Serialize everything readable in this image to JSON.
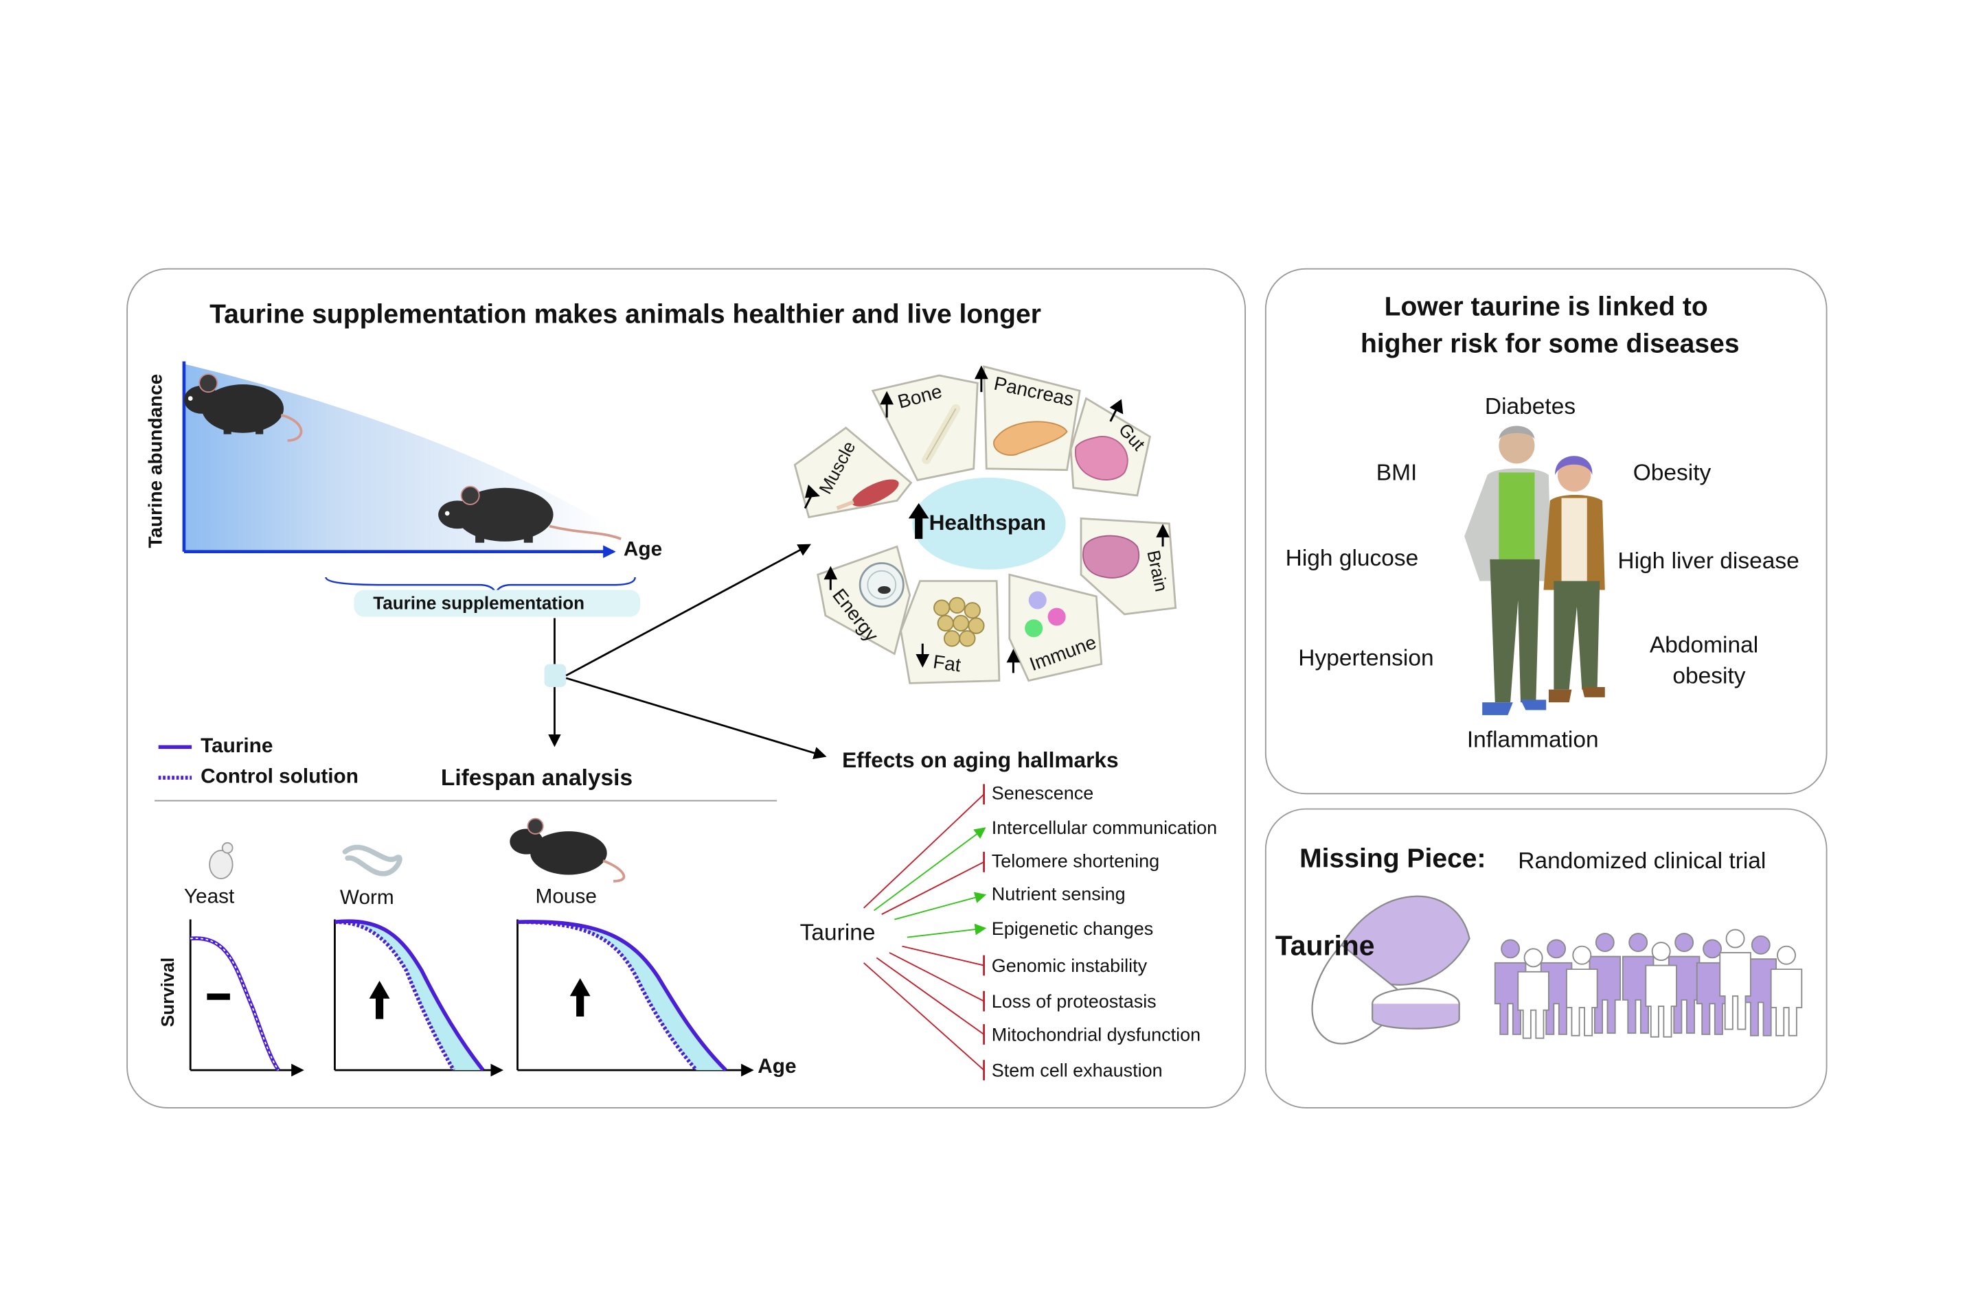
{
  "left_panel": {
    "title": "Taurine supplementation makes animals healthier and live longer",
    "abundance_chart": {
      "ylabel": "Taurine abundance",
      "xlabel": "Age"
    },
    "supplementation_label": "Taurine supplementation",
    "healthspan": {
      "center_label": "Healthspan",
      "organs": [
        {
          "label": "Muscle",
          "direction": "up"
        },
        {
          "label": "Bone",
          "direction": "up"
        },
        {
          "label": "Pancreas",
          "direction": "up"
        },
        {
          "label": "Gut",
          "direction": "up"
        },
        {
          "label": "Brain",
          "direction": "up"
        },
        {
          "label": "Immune",
          "direction": "up"
        },
        {
          "label": "Fat",
          "direction": "down"
        },
        {
          "label": "Energy",
          "direction": "up"
        }
      ]
    },
    "legend": {
      "taurine": "Taurine",
      "control": "Control solution"
    },
    "lifespan_title": "Lifespan analysis",
    "organisms": {
      "yeast": "Yeast",
      "worm": "Worm",
      "mouse": "Mouse"
    },
    "survival_ylabel": "Survival",
    "survival_xlabel": "Age",
    "hallmarks": {
      "title": "Effects on aging hallmarks",
      "source_label": "Taurine",
      "items": [
        {
          "label": "Senescence",
          "effect": "inhibit"
        },
        {
          "label": "Intercellular communication",
          "effect": "promote"
        },
        {
          "label": "Telomere shortening",
          "effect": "inhibit"
        },
        {
          "label": "Nutrient sensing",
          "effect": "promote"
        },
        {
          "label": "Epigenetic changes",
          "effect": "promote"
        },
        {
          "label": "Genomic instability",
          "effect": "inhibit"
        },
        {
          "label": "Loss of proteostasis",
          "effect": "inhibit"
        },
        {
          "label": "Mitochondrial dysfunction",
          "effect": "inhibit"
        },
        {
          "label": "Stem cell exhaustion",
          "effect": "inhibit"
        }
      ]
    }
  },
  "right_top_panel": {
    "title_line1": "Lower taurine is linked to",
    "title_line2": "higher risk for some diseases",
    "conditions": {
      "diabetes": "Diabetes",
      "bmi": "BMI",
      "obesity": "Obesity",
      "high_glucose": "High glucose",
      "high_liver_disease": "High liver disease",
      "hypertension": "Hypertension",
      "abdominal_obesity_1": "Abdominal",
      "abdominal_obesity_2": "obesity",
      "inflammation": "Inflammation"
    }
  },
  "right_bottom_panel": {
    "title_bold": "Missing Piece:",
    "title_rest": "Randomized clinical trial",
    "pill_label": "Taurine"
  },
  "colors": {
    "taurine_line": "#4a1fd6",
    "axis_blue": "#1436d4",
    "promote_arrow": "#35c21a",
    "inhibit_line": "#c41e2a",
    "healthspan_oval": "#c6eef4",
    "purple": "#b79ee0"
  }
}
